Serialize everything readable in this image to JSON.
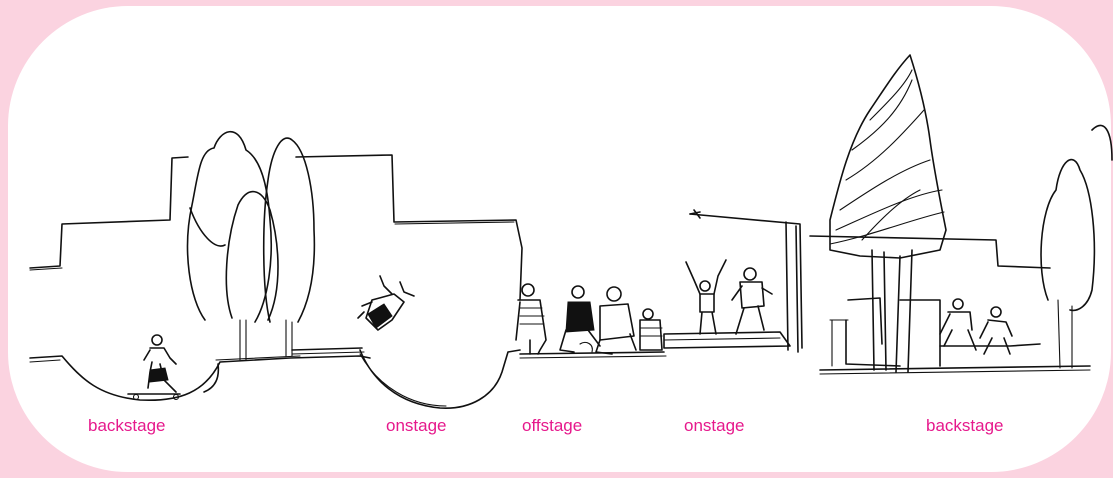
{
  "background_color": "#fbd3e0",
  "card_color": "#ffffff",
  "label_color": "#e6198c",
  "labels": {
    "backstage_left": "backstage",
    "onstage_left": "onstage",
    "offstage": "offstage",
    "onstage_right": "onstage",
    "backstage_right": "backstage"
  }
}
